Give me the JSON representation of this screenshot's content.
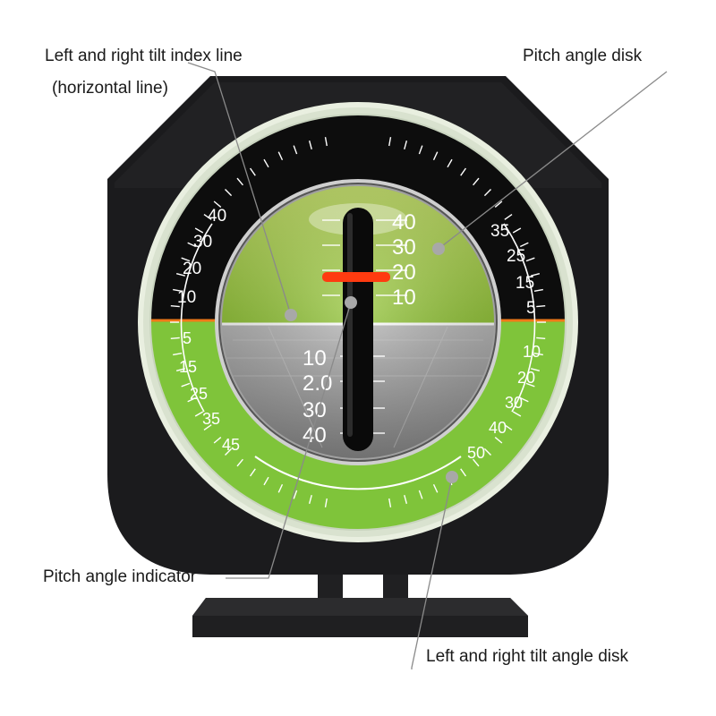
{
  "callouts": {
    "tilt_index_line": "Left and right tilt index line",
    "tilt_index_line_sub": "(horizontal line)",
    "pitch_angle_disk": "Pitch angle disk",
    "pitch_angle_indicator": "Pitch angle indicator",
    "tilt_angle_disk": "Left and right tilt angle disk"
  },
  "dial": {
    "left_upper_scale": [
      "40",
      "30",
      "20",
      "10"
    ],
    "right_upper_scale": [
      "35",
      "25",
      "15",
      "5"
    ],
    "left_lower_scale": [
      "5",
      "15",
      "25",
      "35",
      "45"
    ],
    "right_lower_scale": [
      "10",
      "20",
      "30",
      "40",
      "50"
    ],
    "pitch_upper_scale": [
      "40",
      "30",
      "20",
      "10"
    ],
    "pitch_lower_scale": [
      "10",
      "2.0",
      "30",
      "40"
    ]
  },
  "colors": {
    "body": "#1b1b1d",
    "bezel_ring": "#e9efe0",
    "tilt_green": "#7fc43a",
    "pitch_green": "#a9d33c",
    "pitch_grey": "#9a9a9a",
    "index_line": "#f07818",
    "indicator_red": "#ff3b10"
  }
}
